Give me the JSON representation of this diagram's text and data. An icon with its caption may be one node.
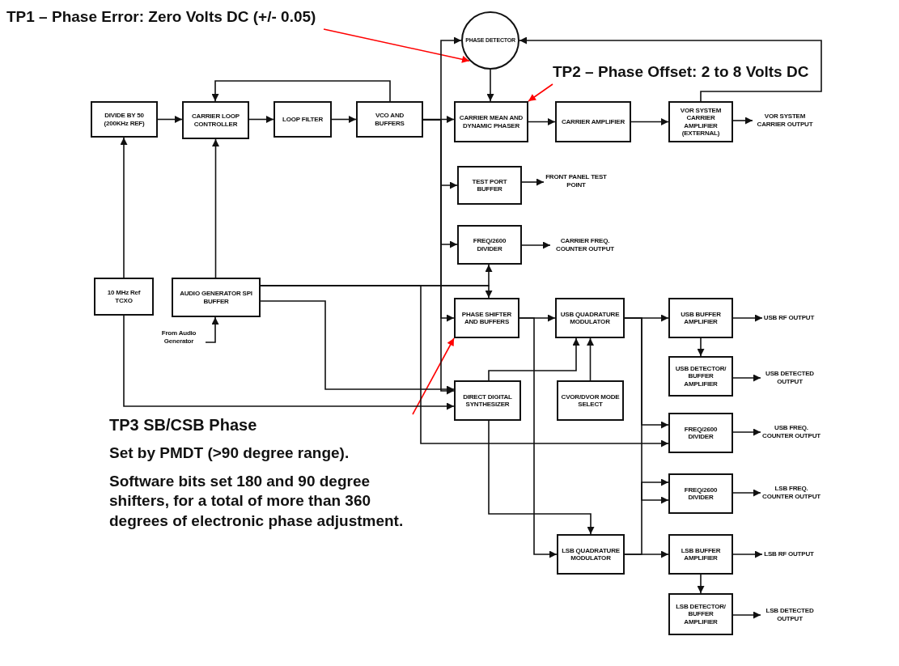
{
  "diagram": {
    "nodes": [
      {
        "text": [
          "TP1 – Phase Error: Zero Volts DC (+/- 0.05)"
        ]
      },
      {
        "text": [
          "PHASE DETECTOR"
        ]
      },
      {
        "text": [
          "TP2 – Phase Offset: 2 to 8 Volts DC"
        ]
      },
      {
        "text": [
          "DIVIDE BY 50 (200KHz REF)"
        ]
      },
      {
        "text": [
          "CARRIER LOOP CONTROLLER"
        ]
      },
      {
        "text": [
          "LOOP FILTER"
        ]
      },
      {
        "text": [
          "VCO AND BUFFERS"
        ]
      },
      {
        "text": [
          "CARRIER MEAN AND DYNAMIC PHASER"
        ]
      },
      {
        "text": [
          "CARRIER AMPLIFIER"
        ]
      },
      {
        "text": [
          "VOR SYSTEM CARRIER AMPLIFIER (EXTERNAL)"
        ]
      },
      {
        "text": [
          "VOR SYSTEM CARRIER OUTPUT"
        ]
      },
      {
        "text": [
          "TEST PORT BUFFER"
        ]
      },
      {
        "text": [
          "FRONT PANEL TEST POINT"
        ]
      },
      {
        "text": [
          "FREQ/2600 DIVIDER"
        ]
      },
      {
        "text": [
          "CARRIER FREQ. COUNTER OUTPUT"
        ]
      },
      {
        "text": [
          "10 MHz Ref TCXO"
        ]
      },
      {
        "text": [
          "AUDIO GENERATOR SPI BUFFER"
        ]
      },
      {
        "text": [
          "From Audio Generator"
        ]
      },
      {
        "text": [
          "PHASE SHIFTER AND BUFFERS"
        ]
      },
      {
        "text": [
          "USB QUADRATURE MODULATOR"
        ]
      },
      {
        "text": [
          "USB BUFFER AMPLIFIER"
        ]
      },
      {
        "text": [
          "USB RF OUTPUT"
        ]
      },
      {
        "text": [
          "USB DETECTOR/ BUFFER AMPLIFIER"
        ]
      },
      {
        "text": [
          "USB DETECTED OUTPUT"
        ]
      },
      {
        "text": [
          "DIRECT DIGITAL SYNTHESIZER"
        ]
      },
      {
        "text": [
          "CVOR/DVOR MODE SELECT"
        ]
      },
      {
        "text": [
          "FREQ/2600 DIVIDER"
        ]
      },
      {
        "text": [
          "USB FREQ. COUNTER OUTPUT"
        ]
      },
      {
        "text": [
          "FREQ/2600 DIVIDER"
        ]
      },
      {
        "text": [
          "LSB FREQ. COUNTER OUTPUT"
        ]
      },
      {
        "text": [
          "LSB QUADRATURE MODULATOR"
        ]
      },
      {
        "text": [
          "LSB BUFFER AMPLIFIER"
        ]
      },
      {
        "text": [
          "LSB RF OUTPUT"
        ]
      },
      {
        "text": [
          "LSB DETECTOR/ BUFFER AMPLIFIER"
        ]
      },
      {
        "text": [
          "LSB DETECTED OUTPUT"
        ]
      },
      {
        "text": [
          "TP3 SB/CSB Phase",
          "Set by PMDT (>90 degree range).",
          "Software bits set 180 and 90 degree shifters, for a total of more than 360 degrees of electronic phase adjustment."
        ]
      }
    ],
    "edges": [
      {
        "from": 0,
        "to": 1,
        "arrow": "to",
        "color": "#ff0000"
      },
      {
        "from": 2,
        "to": 7,
        "arrow": "to",
        "color": "#ff0000"
      },
      {
        "from": 35,
        "to": 18,
        "arrow": "to",
        "color": "#ff0000"
      },
      {
        "from": 3,
        "to": 4,
        "arrow": "to"
      },
      {
        "from": 4,
        "to": 5,
        "arrow": "to"
      },
      {
        "from": 5,
        "to": 6,
        "arrow": "to"
      },
      {
        "from": 6,
        "to": 4,
        "arrow": "to"
      },
      {
        "from": 6,
        "to": 7,
        "arrow": "to"
      },
      {
        "from": 6,
        "to": 1,
        "arrow": "to"
      },
      {
        "from": 6,
        "to": 11,
        "arrow": "to"
      },
      {
        "from": 6,
        "to": 13,
        "arrow": "to"
      },
      {
        "from": 6,
        "to": 18,
        "arrow": "to"
      },
      {
        "from": 6,
        "to": 24,
        "arrow": "to"
      },
      {
        "from": 1,
        "to": 7,
        "arrow": "to"
      },
      {
        "from": 9,
        "to": 1,
        "arrow": "to"
      },
      {
        "from": 7,
        "to": 8,
        "arrow": "to"
      },
      {
        "from": 8,
        "to": 9,
        "arrow": "to"
      },
      {
        "from": 9,
        "to": 10,
        "arrow": "to"
      },
      {
        "from": 11,
        "to": 12,
        "arrow": "to"
      },
      {
        "from": 13,
        "to": 14,
        "arrow": "to"
      },
      {
        "from": 15,
        "to": 3,
        "arrow": "to"
      },
      {
        "from": 16,
        "to": 4,
        "arrow": "to"
      },
      {
        "from": 17,
        "to": 16,
        "arrow": "to"
      },
      {
        "from": 16,
        "to": 13,
        "arrow": "to"
      },
      {
        "from": 16,
        "to": 18,
        "arrow": "to"
      },
      {
        "from": 16,
        "to": 24,
        "arrow": "to"
      },
      {
        "from": 15,
        "to": 24,
        "arrow": "to"
      },
      {
        "from": 16,
        "to": 26,
        "arrow": "to"
      },
      {
        "from": 18,
        "to": 19,
        "arrow": "to"
      },
      {
        "from": 18,
        "to": 30,
        "arrow": "to"
      },
      {
        "from": 24,
        "to": 19,
        "arrow": "to"
      },
      {
        "from": 25,
        "to": 19,
        "arrow": "to"
      },
      {
        "from": 24,
        "to": 30,
        "arrow": "to"
      },
      {
        "from": 19,
        "to": 20,
        "arrow": "to"
      },
      {
        "from": 19,
        "to": 26,
        "arrow": "to"
      },
      {
        "from": 19,
        "to": 28,
        "arrow": "to"
      },
      {
        "from": 30,
        "to": 28,
        "arrow": "to"
      },
      {
        "from": 30,
        "to": 31,
        "arrow": "to"
      },
      {
        "from": 20,
        "to": 21,
        "arrow": "to"
      },
      {
        "from": 20,
        "to": 22,
        "arrow": "to"
      },
      {
        "from": 22,
        "to": 23,
        "arrow": "to"
      },
      {
        "from": 26,
        "to": 27,
        "arrow": "to"
      },
      {
        "from": 28,
        "to": 29,
        "arrow": "to"
      },
      {
        "from": 31,
        "to": 32,
        "arrow": "to"
      },
      {
        "from": 31,
        "to": 33,
        "arrow": "to"
      },
      {
        "from": 33,
        "to": 34,
        "arrow": "to"
      }
    ]
  }
}
